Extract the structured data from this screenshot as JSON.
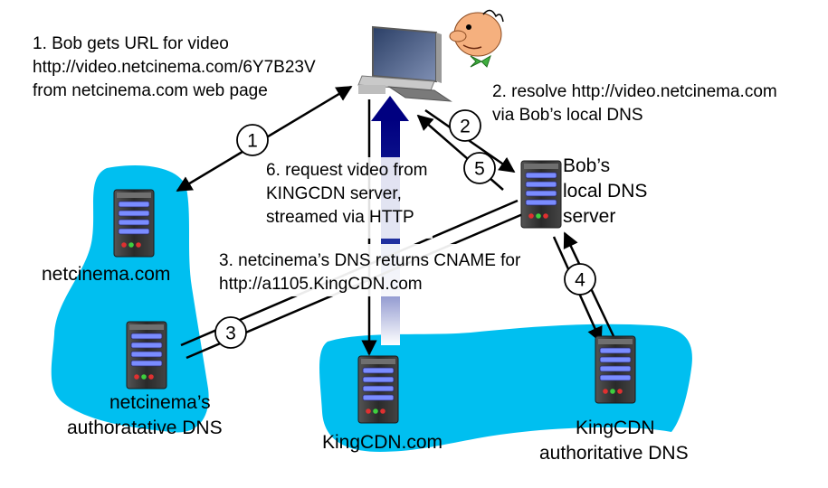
{
  "colors": {
    "blob": "#00BFF0",
    "arrow": "#000000",
    "video_arrow": "#000080",
    "server_body": "#3A3A3A",
    "server_drive": "#7A8CFF",
    "led_green": "#3ECF3E",
    "led_red": "#E03030"
  },
  "annotations": {
    "step1_line1": "1. Bob gets URL for video",
    "step1_line2": "http://video.netcinema.com/6Y7B23V",
    "step1_line3": "from netcinema.com web page",
    "step2_line1": "2. resolve http://video.netcinema.com",
    "step2_line2": "via Bob’s local DNS",
    "step3_line1": "3. netcinema’s DNS returns CNAME for",
    "step3_line2": "http://a1105.KingCDN.com",
    "step6_line1": "6. request video from",
    "step6_line2": "KINGCDN server,",
    "step6_line3": "streamed via HTTP"
  },
  "nodes": {
    "netcinema": {
      "label": "netcinema.com",
      "icon": "server-icon"
    },
    "netcinema_dns": {
      "label_line1": "netcinema’s",
      "label_line2": "authoratative DNS",
      "icon": "server-icon"
    },
    "local_dns": {
      "label_line1": "Bob’s",
      "label_line2": "local DNS",
      "label_line3": "server",
      "icon": "server-icon"
    },
    "kingcdn": {
      "label": "KingCDN.com",
      "icon": "server-icon"
    },
    "kingcdn_dns": {
      "label_line1": "KingCDN",
      "label_line2": "authoritative DNS",
      "icon": "server-icon"
    },
    "bob": {
      "icon": "computer-icon"
    }
  },
  "steps": [
    "1",
    "2",
    "3",
    "4",
    "5",
    "6"
  ]
}
